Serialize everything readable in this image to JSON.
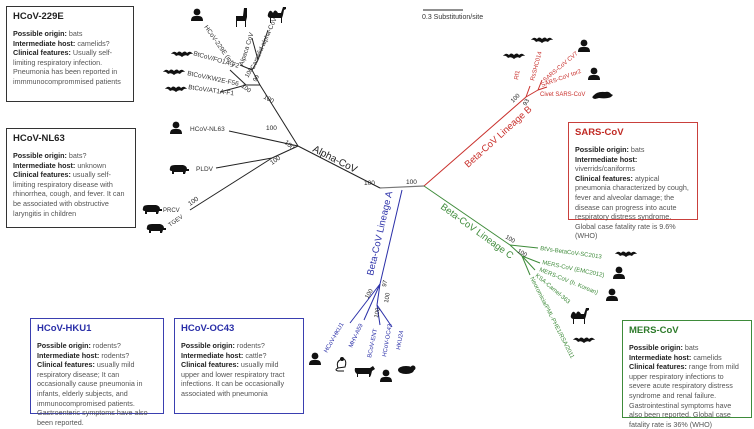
{
  "scale_bar": {
    "label": "0.3 Substitution/site"
  },
  "clade_labels": {
    "alpha": "Alpha-CoV",
    "beta_a": "Beta-CoV Lineage A",
    "beta_b": "Beta-CoV Lineage B",
    "beta_c": "Beta-CoV Lineage C"
  },
  "colors": {
    "alpha": "#222222",
    "beta_a": "#2a2fa8",
    "beta_b": "#c9302c",
    "beta_c": "#3e8b3a"
  },
  "bootstrap": {
    "root_left": "100",
    "root_right": "100",
    "alpha_upper": "100",
    "alpha_229e_a": "100",
    "alpha_229e_b": "99",
    "alpha_229e_c": "100",
    "alpha_nl63": "100",
    "alpha_mid": "100",
    "alpha_pldv": "100",
    "alpha_prcv": "100",
    "beta_a_main": "100",
    "beta_a_97": "97",
    "beta_a_100b": "100",
    "beta_a_100c": "100",
    "beta_b_main": "100",
    "beta_b_93": "93",
    "beta_c_main": "100",
    "beta_c_sub": "100"
  },
  "taxa": {
    "hcov_229e": "HCoV-229E (inf.)",
    "alpaca": "Alpaca CoV",
    "camelid_alpha": "Camelid alpha-CoV",
    "fo1a": "BtCoV/FO1A-F2",
    "kw2e": "BtCoV/KW2E-F56",
    "at1a": "BtCoV/AT1A-F1",
    "nl63": "HCoV-NL63",
    "pldv": "PLDV",
    "prcv": "PRCV",
    "tgev": "TGEV",
    "hku1": "HCoV-HKU1",
    "mhv": "MHV-A59",
    "bcov": "BCoV-ENT",
    "oc43": "HCoV-OC43",
    "hku24": "HKU24",
    "rf1": "Rf1",
    "rs": "RsSHC014",
    "sars_cv7": "SARS-CoV CV7",
    "sars_tor2": "SARS-CoV tor2",
    "civet": "Civet SARS-CoV",
    "btvs": "BtVs-BetaCoV-SC2013",
    "mers_emc": "MERS-CoV (EMC2012)",
    "mers_korean": "MERS-CoV (h. Korean)",
    "ksa_camel": "KSA-Camel-363",
    "neoromicia": "Neoromicia/PML-PHE1/RSA/2011"
  },
  "boxes": {
    "hcov229e": {
      "title": "HCoV-229E",
      "origin_label": "Possible origin:",
      "origin": "bats",
      "host_label": "Intermediate host:",
      "host": "camelids?",
      "clinical_label": "Clinical features:",
      "clinical": "Usually self-limiting respiratory infection. Pneumonia has been reported in immmunocomprommised patients"
    },
    "hcovnl63": {
      "title": "HCoV-NL63",
      "origin_label": "Possible origin:",
      "origin": "bats?",
      "host_label": "Intermediate host:",
      "host": "unknown",
      "clinical_label": "Clinical features:",
      "clinical": "usually self-limiting respiratory disease with rhinorrhea, cough, and fever. It can be associated with obstructive laryngitis in children"
    },
    "hku1": {
      "title": "HCoV-HKU1",
      "origin_label": "Possible origin:",
      "origin": "rodents?",
      "host_label": "Intermediate host:",
      "host": "rodents?",
      "clinical_label": "Clinical features:",
      "clinical": "usually mild respiratory disease; It can occasionally cause pneumonia in infants, elderly subjects, and immunocompromised patients. Gastroenteric symptoms have also been reported."
    },
    "oc43": {
      "title": "HCoV-OC43",
      "origin_label": "Possible origin:",
      "origin": "rodents?",
      "host_label": "Intermediate host:",
      "host": "cattle?",
      "clinical_label": "Clinical features:",
      "clinical": "usually mild upper and lower respiratory tract infections. It can be occasionally associated with pneumonia"
    },
    "sars": {
      "title": "SARS-CoV",
      "origin_label": "Possible origin:",
      "origin": "bats",
      "host_label": "Intermediate host:",
      "host": "viverrids/caniforms",
      "clinical_label": "Clinical features:",
      "clinical": "atypical pneumonia characterized by cough, fever and alveolar damage; the disease can progress into acute respiratory distress syndrome. Global case fatality rate is 9.6% (WHO)"
    },
    "mers": {
      "title": "MERS-CoV",
      "origin_label": "Possible origin:",
      "origin": "bats",
      "host_label": "Intermediate host:",
      "host": "camelids",
      "clinical_label": "Clinical features:",
      "clinical": "range from mild upper respiratory infections to severe acute respiratory distress syndrome and renal failure. Gastrointestinal symptoms have also been reported. Global case fatality rate is 36% (WHO)"
    }
  }
}
